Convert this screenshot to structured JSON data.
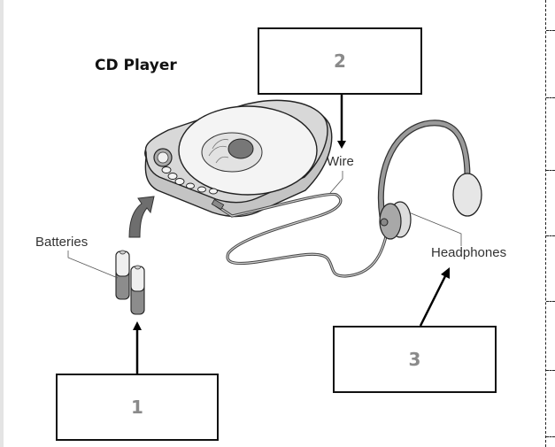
{
  "title": "CD Player",
  "labels": {
    "batteries": "Batteries",
    "wire": "Wire",
    "headphones": "Headphones"
  },
  "answer_boxes": [
    {
      "number": "1",
      "points_to": "Batteries",
      "value": ""
    },
    {
      "number": "2",
      "points_to": "Wire",
      "value": ""
    },
    {
      "number": "3",
      "points_to": "Headphones",
      "value": ""
    }
  ],
  "colors": {
    "box_border": "#111111",
    "box_number": "#8a8a8a",
    "device_gray": "#b8b8b8",
    "arrow_gray": "#6e6e6e"
  }
}
